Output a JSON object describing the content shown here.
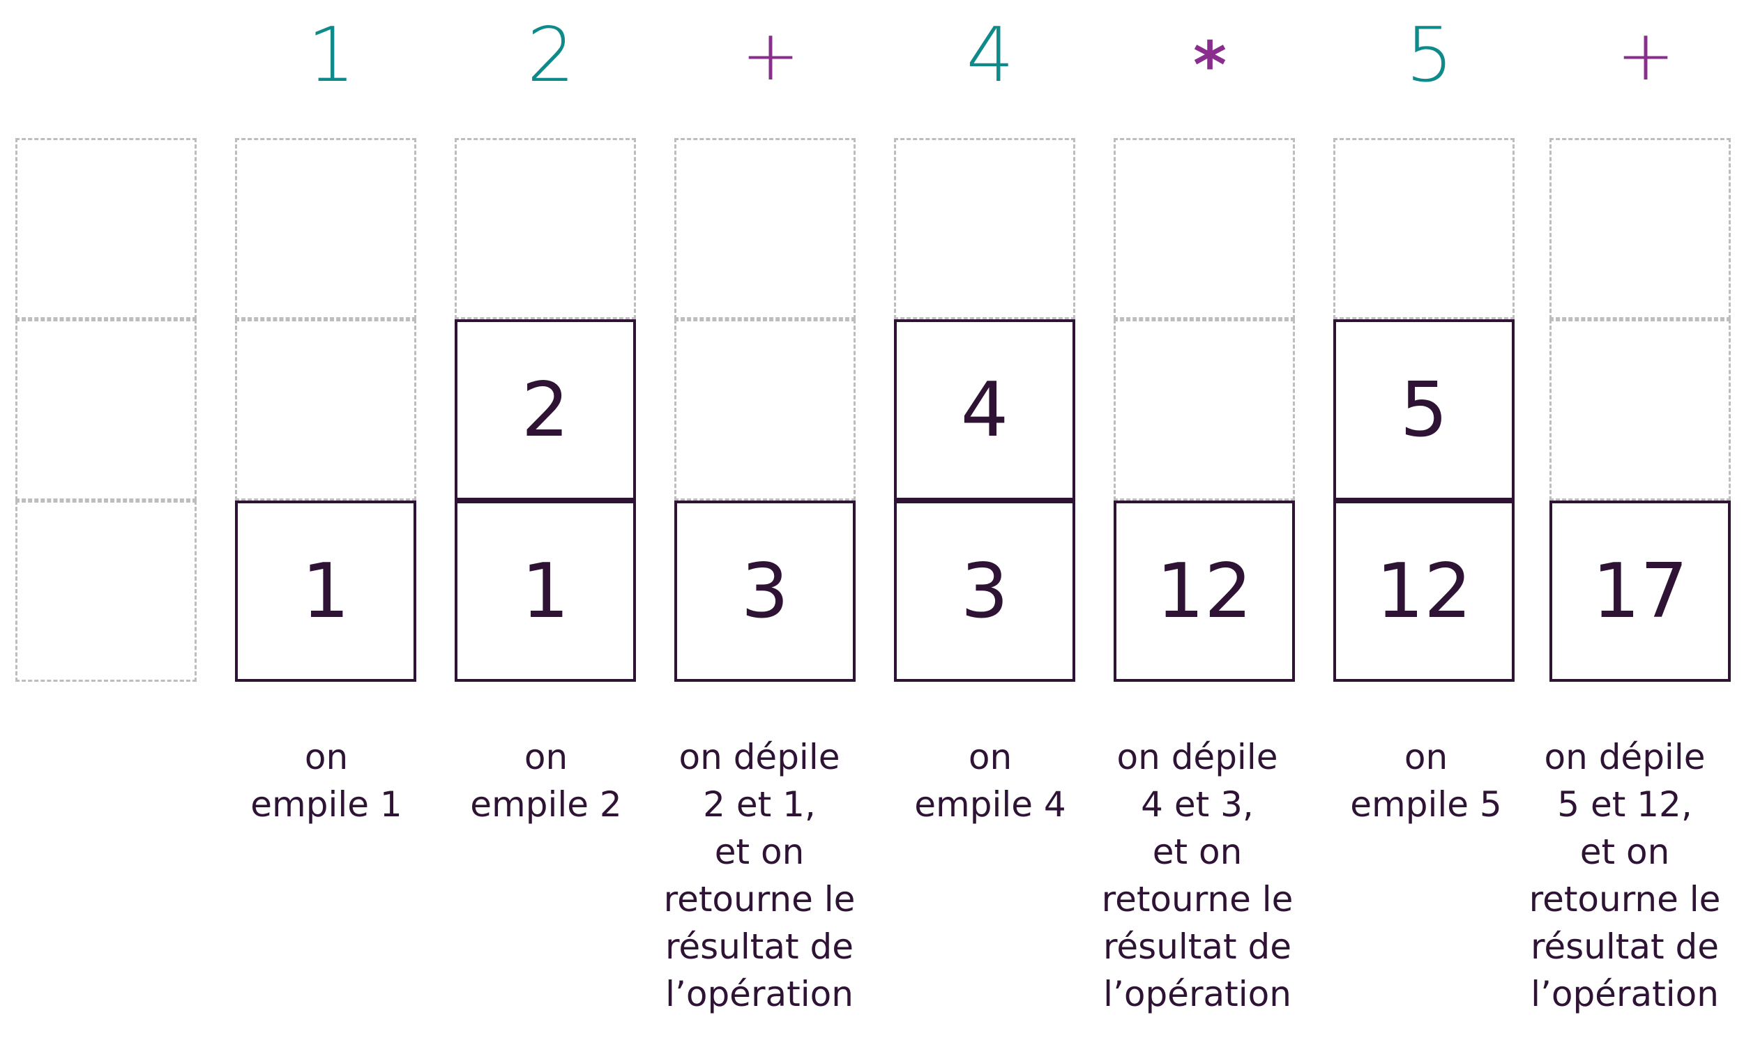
{
  "colors": {
    "number_token": "#0f8a8a",
    "operator_token": "#8a2e8e",
    "text": "#2e1335",
    "empty_slot_border": "#bdbdbd",
    "filled_slot_border": "#2e1335"
  },
  "tokens": [
    {
      "text": "1",
      "kind": "number"
    },
    {
      "text": "2",
      "kind": "number"
    },
    {
      "text": "+",
      "kind": "operator"
    },
    {
      "text": "4",
      "kind": "number"
    },
    {
      "text": "*",
      "kind": "operator"
    },
    {
      "text": "5",
      "kind": "number"
    },
    {
      "text": "+",
      "kind": "operator"
    }
  ],
  "stacks": [
    {
      "values": []
    },
    {
      "values": [
        "1"
      ]
    },
    {
      "values": [
        "1",
        "2"
      ]
    },
    {
      "values": [
        "3"
      ]
    },
    {
      "values": [
        "3",
        "4"
      ]
    },
    {
      "values": [
        "12"
      ]
    },
    {
      "values": [
        "12",
        "5"
      ]
    },
    {
      "values": [
        "17"
      ]
    }
  ],
  "captions": [
    [],
    [
      "on",
      "empile 1"
    ],
    [
      "on",
      "empile 2"
    ],
    [
      "on dépile",
      "2 et 1,",
      "et on",
      "retourne le",
      "résultat de",
      "l’opération"
    ],
    [
      "on",
      "empile 4"
    ],
    [
      "on dépile",
      "4 et 3,",
      "et on",
      "retourne le",
      "résultat de",
      "l’opération"
    ],
    [
      "on",
      "empile 5"
    ],
    [
      "on dépile",
      "5 et 12,",
      "et on",
      "retourne le",
      "résultat de",
      "l’opération"
    ]
  ]
}
